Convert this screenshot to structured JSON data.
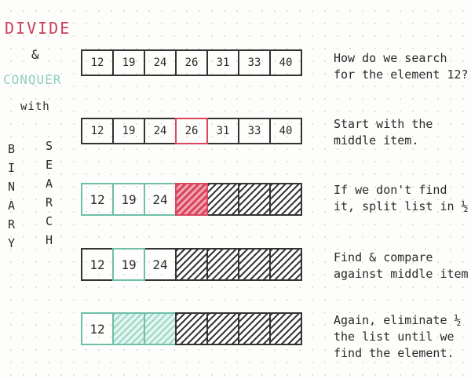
{
  "title": {
    "divide": "DIVIDE",
    "amp": "&",
    "conquer": "CONQUER",
    "with": "with"
  },
  "vertical": {
    "binary": [
      "B",
      "I",
      "N",
      "A",
      "R",
      "Y"
    ],
    "search": [
      "S",
      "E",
      "A",
      "R",
      "C",
      "H"
    ]
  },
  "colors": {
    "divide": "#cc3f5b",
    "conquer": "#8fcfbf",
    "highlight_red": "#d9475f",
    "highlight_green": "#6fbfa9",
    "ink": "#2b2b2b"
  },
  "rows": [
    {
      "cells": [
        "12",
        "19",
        "24",
        "26",
        "31",
        "33",
        "40"
      ],
      "note": "How do we search\nfor the element 12?"
    },
    {
      "cells": [
        "12",
        "19",
        "24",
        "26",
        "31",
        "33",
        "40"
      ],
      "note": "Start with the\nmiddle item."
    },
    {
      "cells": [
        "12",
        "19",
        "24",
        "",
        "",
        "",
        ""
      ],
      "note": "If we don't find\nit, split list in ½."
    },
    {
      "cells": [
        "12",
        "19",
        "24",
        "",
        "",
        "",
        ""
      ],
      "note": "Find & compare\nagainst middle item."
    },
    {
      "cells": [
        "12",
        "",
        "",
        "",
        "",
        "",
        ""
      ],
      "note": "Again, eliminate ½\nthe list until we\nfind the element."
    }
  ]
}
